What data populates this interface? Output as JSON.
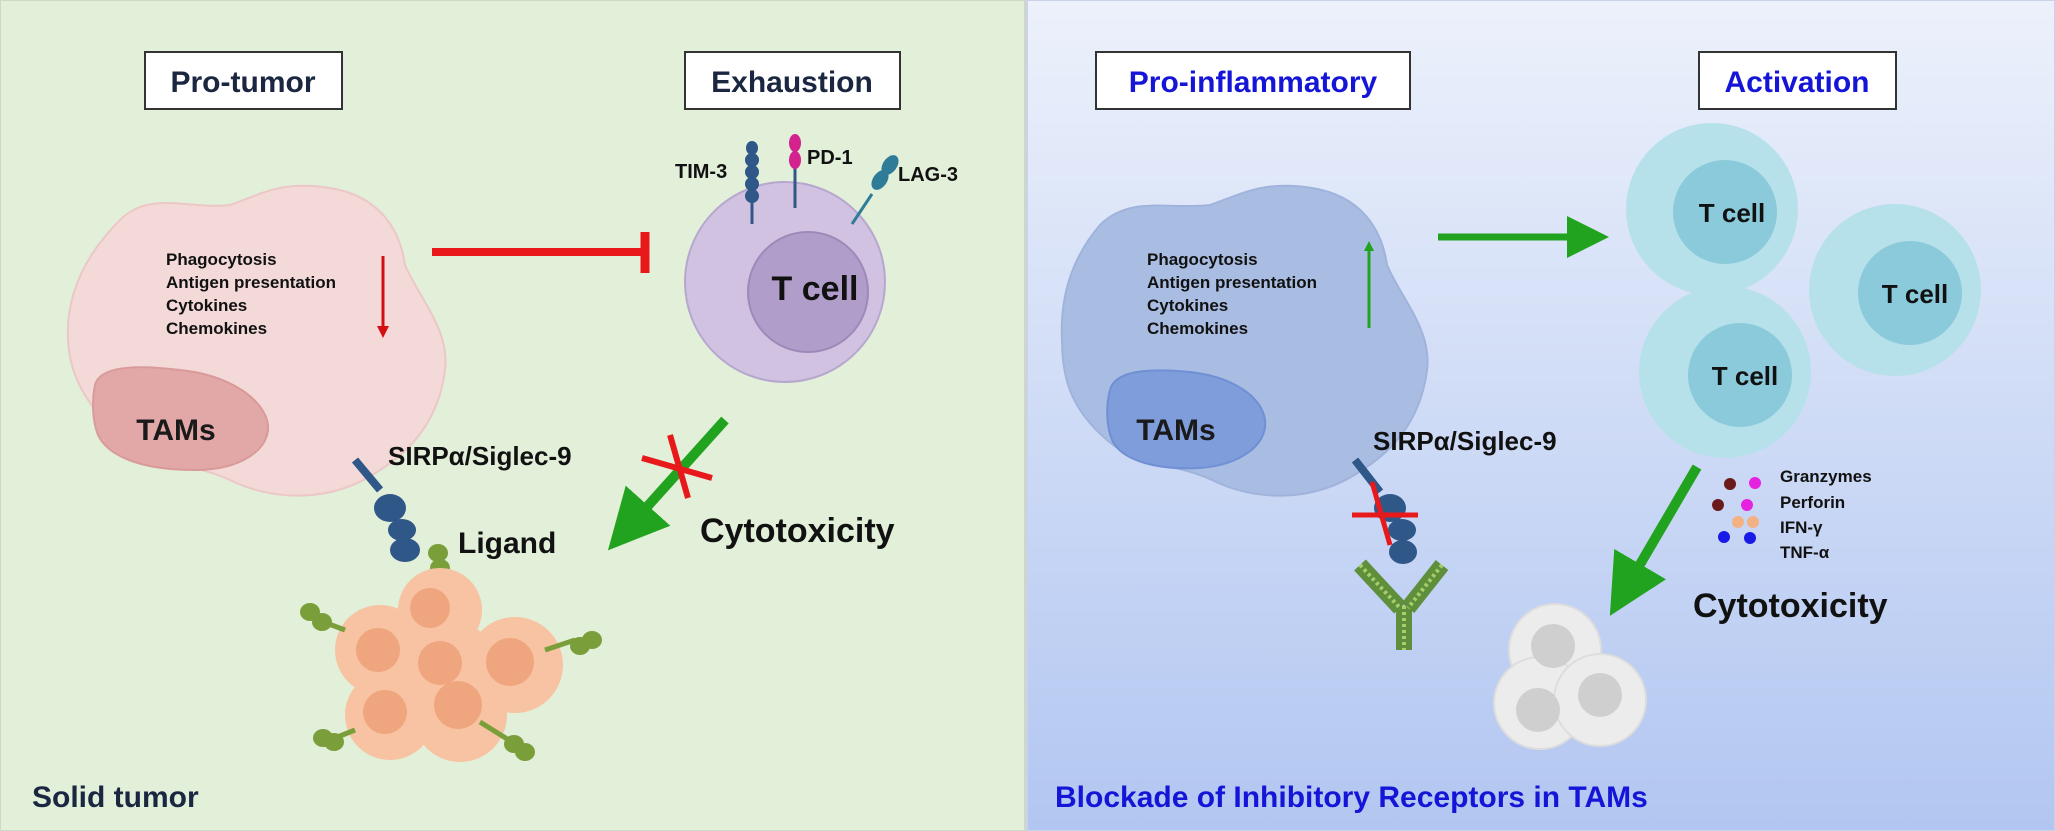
{
  "left_panel": {
    "title_pro_tumor": "Pro-tumor",
    "title_exhaustion": "Exhaustion",
    "functions": [
      "Phagocytosis",
      "Antigen presentation",
      "Cytokines",
      "Chemokines"
    ],
    "tams_label": "TAMs",
    "tcell_label": "T cell",
    "receptor_tim3": "TIM-3",
    "receptor_pd1": "PD-1",
    "receptor_lag3": "LAG-3",
    "sirpa_label": "SIRPα/Siglec-9",
    "ligand_label": "Ligand",
    "cytotoxicity_label": "Cytotoxicity",
    "footer": "Solid tumor",
    "colors": {
      "background": "#e2efd9",
      "inhibit": "#e8191b",
      "activate": "#22a31f"
    }
  },
  "right_panel": {
    "title_pro_inflammatory": "Pro-inflammatory",
    "title_activation": "Activation",
    "functions": [
      "Phagocytosis",
      "Antigen presentation",
      "Cytokines",
      "Chemokines"
    ],
    "tams_label": "TAMs",
    "sirpa_label": "SIRPα/Siglec-9",
    "tcell_labels": [
      "T cell",
      "T cell",
      "T cell"
    ],
    "legend": [
      "Granzymes",
      "Perforin",
      "IFN-γ",
      "TNF-α"
    ],
    "cytotoxicity_label": "Cytotoxicity",
    "footer": "Blockade of Inhibitory Receptors in TAMs",
    "colors": {
      "background_top": "#e9effb",
      "background_bottom": "#b3c8f2",
      "title": "#1515d8"
    }
  }
}
